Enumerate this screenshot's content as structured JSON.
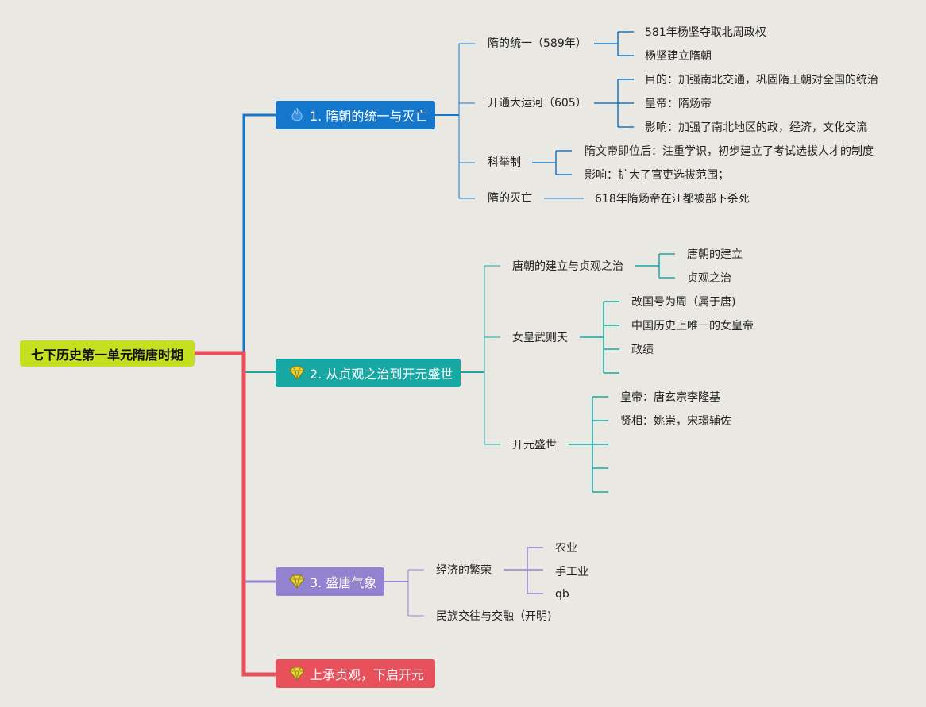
{
  "root": "七下历史第一单元隋唐时期",
  "colors": {
    "b1": "#1477cc",
    "b2": "#17a8a4",
    "b3": "#9382d0",
    "b4": "#e8505b",
    "root": "#c5e021",
    "bg": "#eae8e2"
  },
  "b1": {
    "label": "1. 隋朝的统一与灭亡",
    "icon": "flame-icon",
    "c1": {
      "label": "隋的统一（589年）",
      "items": [
        "581年杨坚夺取北周政权",
        "杨坚建立隋朝"
      ]
    },
    "c2": {
      "label": "开通大运河（605）",
      "items": [
        "目的：加强南北交通，巩固隋王朝对全国的统治",
        "皇帝：隋炀帝",
        "影响：加强了南北地区的政，经济，文化交流"
      ]
    },
    "c3": {
      "label": "科举制",
      "items": [
        "隋文帝即位后：注重学识，初步建立了考试选拔人才的制度",
        "影响：扩大了官吏选拔范围；"
      ]
    },
    "c4": {
      "label": "隋的灭亡",
      "items": [
        "618年隋炀帝在江都被部下杀死"
      ]
    }
  },
  "b2": {
    "label": "2. 从贞观之治到开元盛世",
    "icon": "diamond-icon",
    "c1": {
      "label": "唐朝的建立与贞观之治",
      "items": [
        "唐朝的建立",
        "贞观之治"
      ]
    },
    "c2": {
      "label": "女皇武则天",
      "items": [
        "改国号为周（属于唐)",
        "中国历史上唯一的女皇帝",
        "政绩"
      ]
    },
    "c3": {
      "label": "开元盛世",
      "items": [
        "皇帝：唐玄宗李隆基",
        "贤相：姚崇，宋璟辅佐"
      ]
    }
  },
  "b3": {
    "label": "3. 盛唐气象",
    "icon": "diamond-icon",
    "c1": {
      "label": "经济的繁荣",
      "items": [
        "农业",
        "手工业",
        "qb"
      ]
    },
    "c2": {
      "label": "民族交往与交融（开明)"
    }
  },
  "b4": {
    "label": "上承贞观，下启开元",
    "icon": "diamond-icon"
  }
}
